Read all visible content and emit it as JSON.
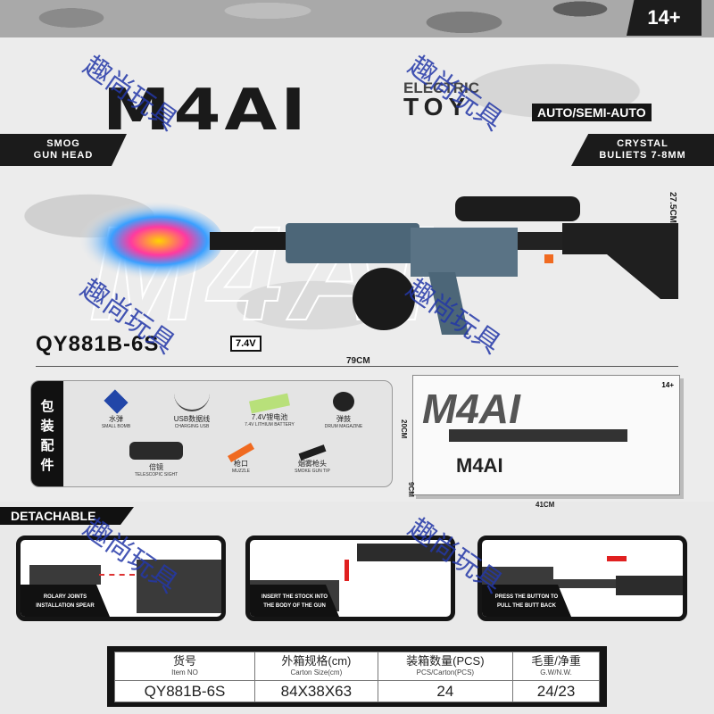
{
  "age": "14+",
  "title": "M4AI",
  "electric": "ELECTRIC",
  "toy": "TOY",
  "mode": "AUTO/SEMI-AUTO",
  "tag_left": [
    "SMOG",
    "GUN HEAD"
  ],
  "tag_right": [
    "CRYSTAL",
    "BULIETS 7-8MM"
  ],
  "watermark": "趣尚玩具",
  "model": "QY881B-6S",
  "battery": "7.4V",
  "dims": {
    "length": "79CM",
    "height": "27.5CM",
    "box_w": "41CM",
    "box_h": "20CM",
    "box_d": "9CM"
  },
  "accessories": {
    "side": [
      "包",
      "装",
      "配",
      "件"
    ],
    "items": [
      {
        "cn": "水弹",
        "en": "SMALL BOMB",
        "color": "#2246a8"
      },
      {
        "cn": "USB数据线",
        "en": "CHARGING USB",
        "color": "#444444"
      },
      {
        "cn": "7.4V锂电池",
        "en": "7.4V LITHIUM BATTERY",
        "color": "#b8e07a"
      },
      {
        "cn": "弹鼓",
        "en": "DRUM MAGAZINE",
        "color": "#222222"
      },
      {
        "cn": "倍镜",
        "en": "TELESCOPIC SIGHT",
        "color": "#2a2a2a"
      },
      {
        "cn": "枪口",
        "en": "MUZZLE",
        "color": "#f06a20"
      },
      {
        "cn": "烟雾枪头",
        "en": "SMOKE GUN TIP",
        "color": "#1e1e1e"
      }
    ]
  },
  "detachable": "DETACHABLE",
  "steps": [
    [
      "ROLARY JOINTS",
      "INSTALLATION SPEAR"
    ],
    [
      "INSERT THE STOCK INTO",
      "THE BODY OF THE GUN"
    ],
    [
      "PRESS THE BUTTON TO",
      "PULL THE BUTT BACK"
    ]
  ],
  "table": {
    "headers": [
      {
        "cn": "货号",
        "en": "Item NO"
      },
      {
        "cn": "外箱规格(cm)",
        "en": "Carton Size(cm)"
      },
      {
        "cn": "装箱数量(PCS)",
        "en": "PCS/Carton(PCS)"
      },
      {
        "cn": "毛重/净重",
        "en": "G.W/N.W."
      }
    ],
    "row": [
      "QY881B-6S",
      "84X38X63",
      "24",
      "24/23"
    ]
  },
  "colors": {
    "accent": "#f06a20",
    "dark": "#151515",
    "watermark": "#2438a8"
  }
}
